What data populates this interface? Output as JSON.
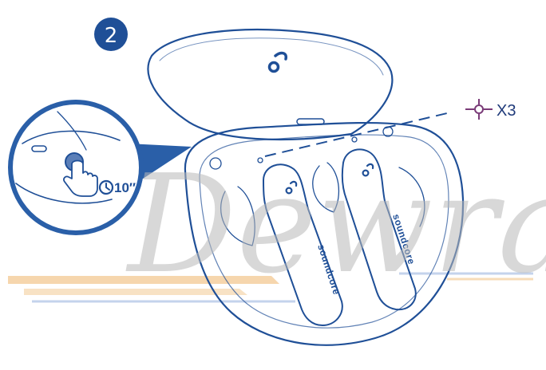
{
  "step": {
    "number": "2",
    "badge_color": "#1f4f97"
  },
  "instruction": {
    "hold_duration": "10″",
    "led_indicator": "X3",
    "led_color": "#7a3b78"
  },
  "earbuds": {
    "brand": "soundcore"
  },
  "watermark": {
    "text": "Dewrak",
    "color": "#b9b9b9"
  },
  "icons": [
    "hand-press-icon",
    "clock-icon",
    "led-blink-icon",
    "soundcore-logo-icon"
  ]
}
